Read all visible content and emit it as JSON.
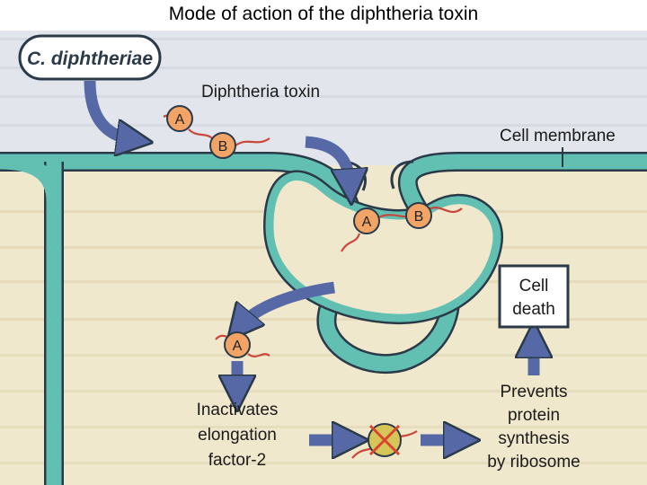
{
  "title": "Mode of action of the diphtheria toxin",
  "labels": {
    "bacterium": "C. diphtheriae",
    "toxin": "Diphtheria toxin",
    "membrane": "Cell membrane",
    "cell_death_line1": "Cell",
    "cell_death_line2": "death",
    "inactivates_line1": "Inactivates",
    "inactivates_line2": "elongation",
    "inactivates_line3": "factor-2",
    "prevents_line1": "Prevents",
    "prevents_line2": "protein",
    "prevents_line3": "synthesis",
    "prevents_line4": "by ribosome"
  },
  "subunits": {
    "a": "A",
    "b": "B"
  },
  "colors": {
    "membrane_fill": "#62c0b3",
    "membrane_stroke": "#2b3a49",
    "arrow": "#5669a6",
    "subunit_fill": "#f2a467",
    "toxin_chain": "#c9473b",
    "cytoplasm": "#f0e8cc",
    "exterior": "#e2e6ec",
    "box_fill": "#ffffff",
    "ribosome": "#d6c659",
    "cross": "#d9452f"
  }
}
